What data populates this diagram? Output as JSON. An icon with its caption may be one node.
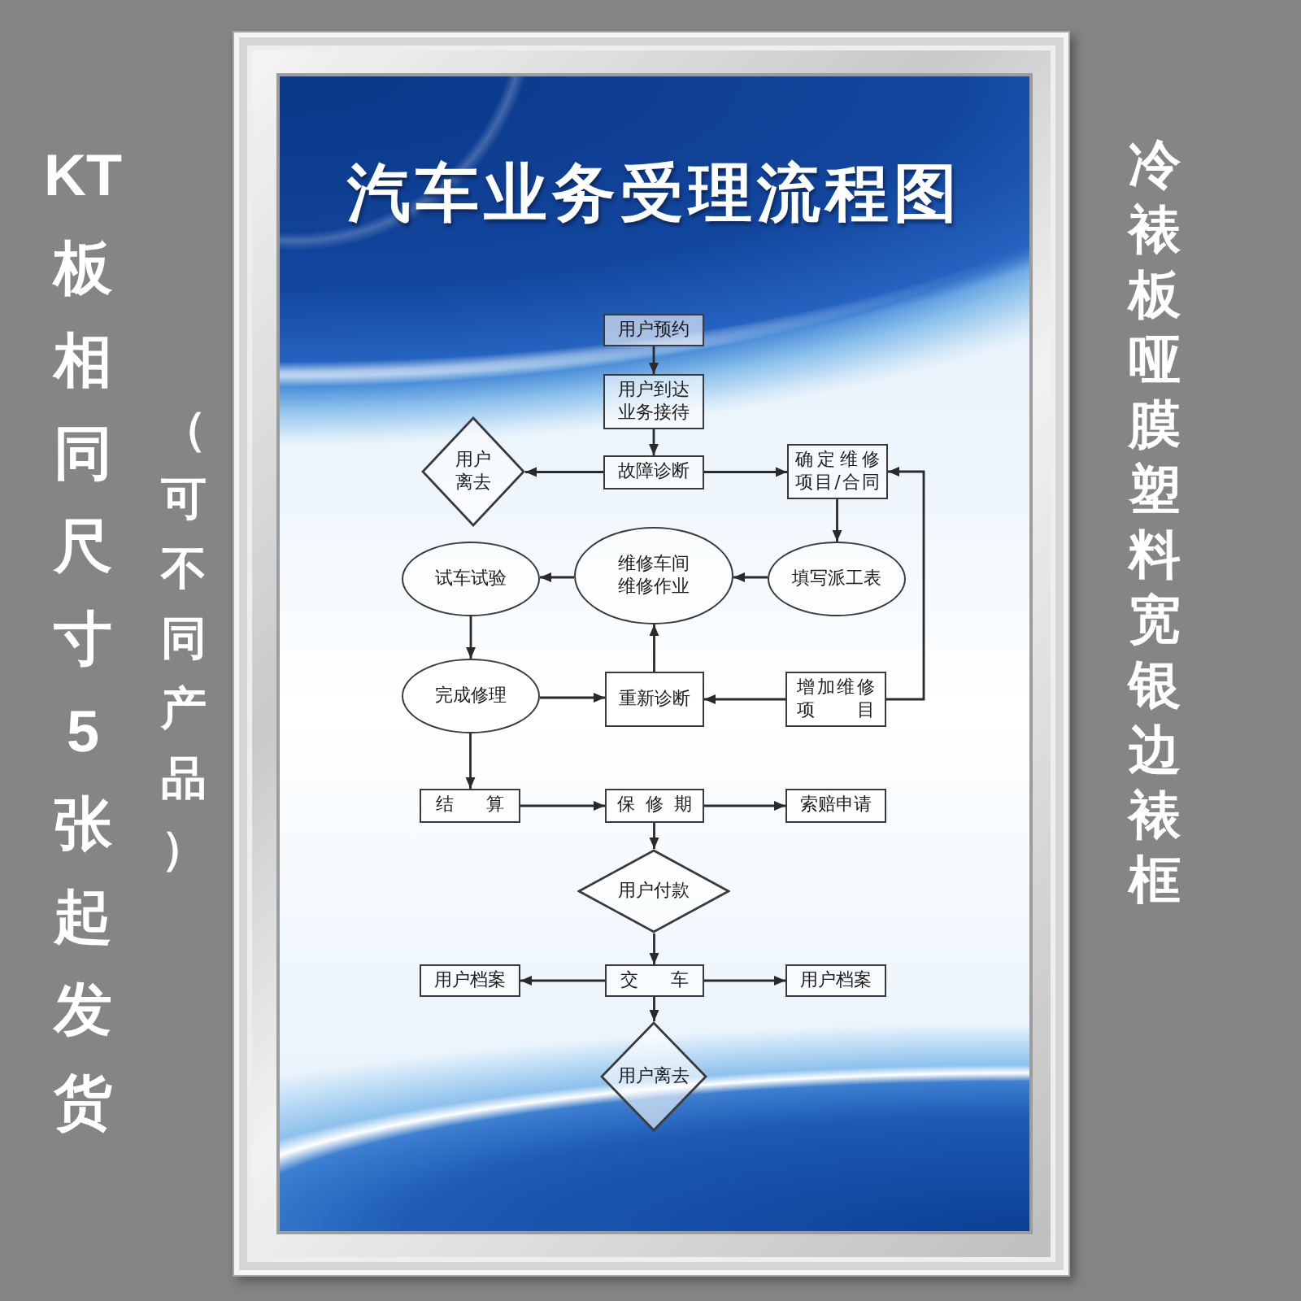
{
  "diagram": {
    "title": "汽车业务受理流程图",
    "nodes": [
      {
        "text": [
          "用户预约"
        ]
      },
      {
        "text": [
          "用户到达业务接待"
        ]
      },
      {
        "text": [
          "用户离去"
        ]
      },
      {
        "text": [
          "故障诊断"
        ]
      },
      {
        "text": [
          "确定维修项目/合同"
        ]
      },
      {
        "text": [
          "试车试验"
        ]
      },
      {
        "text": [
          "维修车间维修作业"
        ]
      },
      {
        "text": [
          "填写派工表"
        ]
      },
      {
        "text": [
          "完成修理"
        ]
      },
      {
        "text": [
          "重新诊断"
        ]
      },
      {
        "text": [
          "增加维修项目"
        ]
      },
      {
        "text": [
          "结算"
        ]
      },
      {
        "text": [
          "保修期"
        ]
      },
      {
        "text": [
          "索赔申请"
        ]
      },
      {
        "text": [
          "用户付款"
        ]
      },
      {
        "text": [
          "用户档案"
        ]
      },
      {
        "text": [
          "交车"
        ]
      },
      {
        "text": [
          "用户档案"
        ]
      },
      {
        "text": [
          "用户离去"
        ]
      }
    ],
    "edges": [
      {
        "from": 0,
        "to": 1,
        "arrow": "to"
      },
      {
        "from": 1,
        "to": 3,
        "arrow": "to"
      },
      {
        "from": 3,
        "to": 2,
        "arrow": "to"
      },
      {
        "from": 3,
        "to": 4,
        "arrow": "to"
      },
      {
        "from": 4,
        "to": 7,
        "arrow": "to"
      },
      {
        "from": 7,
        "to": 6,
        "arrow": "to"
      },
      {
        "from": 6,
        "to": 5,
        "arrow": "to"
      },
      {
        "from": 5,
        "to": 8,
        "arrow": "to"
      },
      {
        "from": 8,
        "to": 9,
        "arrow": "to"
      },
      {
        "from": 9,
        "to": 6,
        "arrow": "to"
      },
      {
        "from": 10,
        "to": 9,
        "arrow": "to"
      },
      {
        "from": 10,
        "to": 4,
        "arrow": "to"
      },
      {
        "from": 8,
        "to": 11,
        "arrow": "to"
      },
      {
        "from": 11,
        "to": 12,
        "arrow": "to"
      },
      {
        "from": 12,
        "to": 13,
        "arrow": "to"
      },
      {
        "from": 12,
        "to": 14,
        "arrow": "to"
      },
      {
        "from": 14,
        "to": 16,
        "arrow": "to"
      },
      {
        "from": 16,
        "to": 15,
        "arrow": "to"
      },
      {
        "from": 16,
        "to": 17,
        "arrow": "to"
      },
      {
        "from": 16,
        "to": 18,
        "arrow": "to"
      }
    ],
    "labels": [
      "KT板相同尺寸5张起发货",
      "（可不同产品）",
      "冷裱板哑膜塑料宽银边裱框"
    ]
  }
}
